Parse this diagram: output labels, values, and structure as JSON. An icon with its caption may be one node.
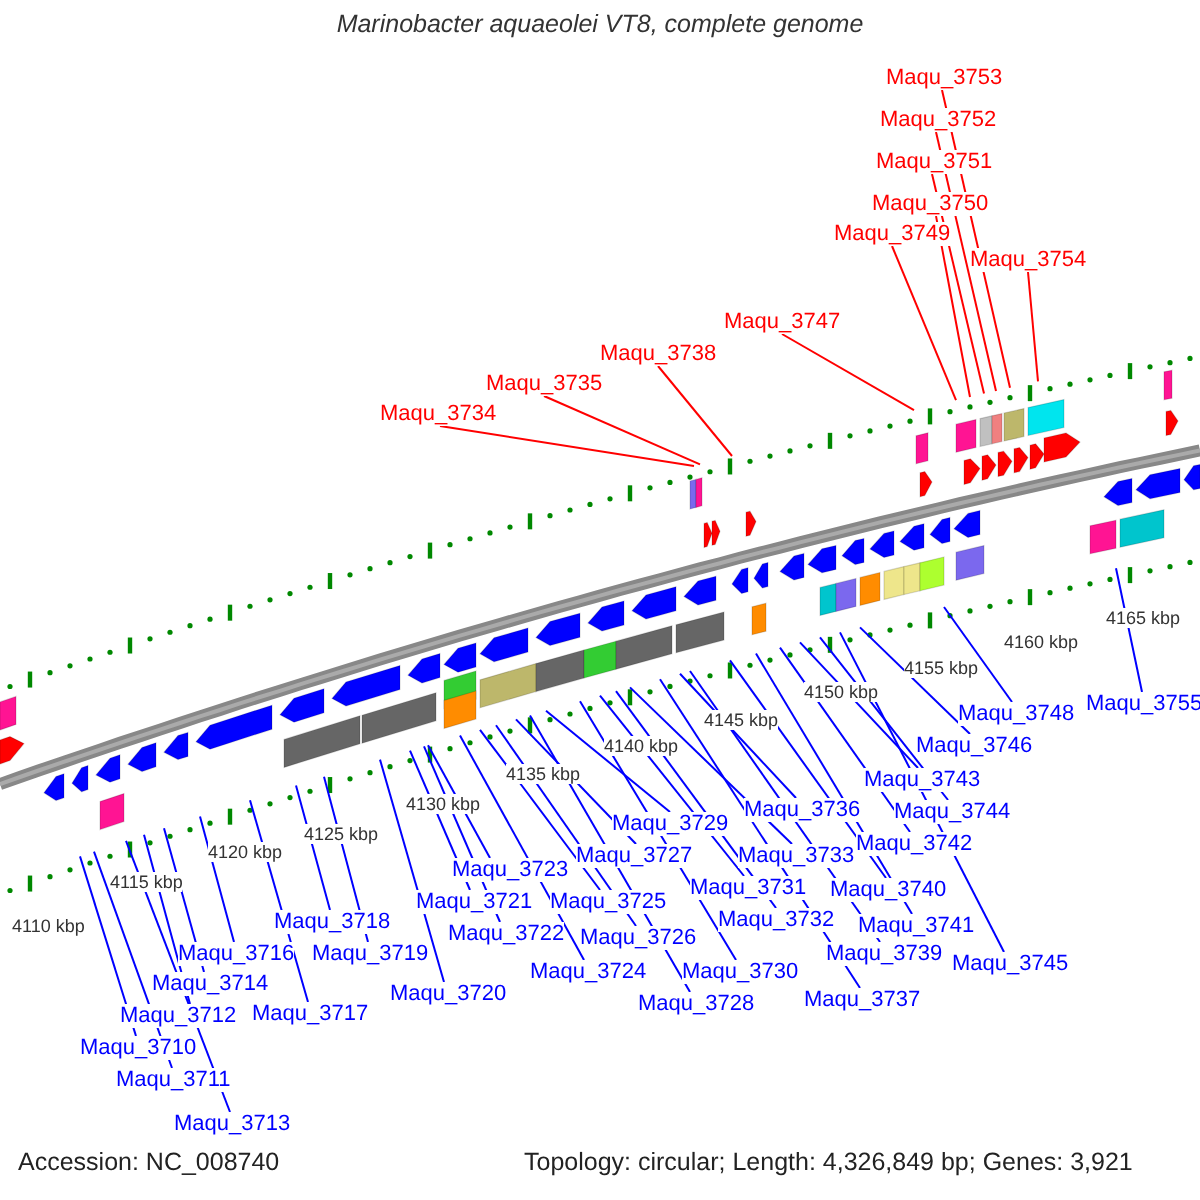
{
  "diagram": {
    "title": "Marinobacter aquaeolei VT8, complete genome",
    "nodes": [
      {
        "text": [
          "Maqu_3753"
        ]
      },
      {
        "text": [
          "Maqu_3752"
        ]
      },
      {
        "text": [
          "Maqu_3751"
        ]
      },
      {
        "text": [
          "Maqu_3750"
        ]
      },
      {
        "text": [
          "Maqu_3749"
        ]
      },
      {
        "text": [
          "Maqu_3754"
        ]
      },
      {
        "text": [
          "Maqu_3747"
        ]
      },
      {
        "text": [
          "Maqu_3738"
        ]
      },
      {
        "text": [
          "Maqu_3735"
        ]
      },
      {
        "text": [
          "Maqu_3734"
        ]
      },
      {
        "text": [
          "Maqu_3710"
        ]
      },
      {
        "text": [
          "Maqu_3711"
        ]
      },
      {
        "text": [
          "Maqu_3712"
        ]
      },
      {
        "text": [
          "Maqu_3713"
        ]
      },
      {
        "text": [
          "Maqu_3714"
        ]
      },
      {
        "text": [
          "Maqu_3716"
        ]
      },
      {
        "text": [
          "Maqu_3717"
        ]
      },
      {
        "text": [
          "Maqu_3718"
        ]
      },
      {
        "text": [
          "Maqu_3719"
        ]
      },
      {
        "text": [
          "Maqu_3720"
        ]
      },
      {
        "text": [
          "Maqu_3721"
        ]
      },
      {
        "text": [
          "Maqu_3722"
        ]
      },
      {
        "text": [
          "Maqu_3723"
        ]
      },
      {
        "text": [
          "Maqu_3724"
        ]
      },
      {
        "text": [
          "Maqu_3725"
        ]
      },
      {
        "text": [
          "Maqu_3726"
        ]
      },
      {
        "text": [
          "Maqu_3727"
        ]
      },
      {
        "text": [
          "Maqu_3728"
        ]
      },
      {
        "text": [
          "Maqu_3729"
        ]
      },
      {
        "text": [
          "Maqu_3730"
        ]
      },
      {
        "text": [
          "Maqu_3731"
        ]
      },
      {
        "text": [
          "Maqu_3732"
        ]
      },
      {
        "text": [
          "Maqu_3733"
        ]
      },
      {
        "text": [
          "Maqu_3736"
        ]
      },
      {
        "text": [
          "Maqu_3737"
        ]
      },
      {
        "text": [
          "Maqu_3739"
        ]
      },
      {
        "text": [
          "Maqu_3740"
        ]
      },
      {
        "text": [
          "Maqu_3741"
        ]
      },
      {
        "text": [
          "Maqu_3742"
        ]
      },
      {
        "text": [
          "Maqu_3743"
        ]
      },
      {
        "text": [
          "Maqu_3744"
        ]
      },
      {
        "text": [
          "Maqu_3745"
        ]
      },
      {
        "text": [
          "Maqu_3746"
        ]
      },
      {
        "text": [
          "Maqu_3748"
        ]
      },
      {
        "text": [
          "Maqu_3755"
        ]
      }
    ],
    "edges": [
      {
        "from": 0,
        "to": null,
        "arrow": "none",
        "color": "#ff0000"
      },
      {
        "from": 1,
        "to": null,
        "arrow": "none",
        "color": "#ff0000"
      },
      {
        "from": 2,
        "to": null,
        "arrow": "none",
        "color": "#ff0000"
      },
      {
        "from": 3,
        "to": null,
        "arrow": "none",
        "color": "#ff0000"
      },
      {
        "from": 4,
        "to": null,
        "arrow": "none",
        "color": "#ff0000"
      },
      {
        "from": 5,
        "to": null,
        "arrow": "none",
        "color": "#ff0000"
      },
      {
        "from": 6,
        "to": null,
        "arrow": "none",
        "color": "#ff0000"
      },
      {
        "from": 7,
        "to": null,
        "arrow": "none",
        "color": "#ff0000"
      },
      {
        "from": 8,
        "to": null,
        "arrow": "none",
        "color": "#ff0000"
      },
      {
        "from": 9,
        "to": null,
        "arrow": "none",
        "color": "#ff0000"
      },
      {
        "from": 10,
        "to": null,
        "arrow": "none"
      },
      {
        "from": 11,
        "to": null,
        "arrow": "none"
      },
      {
        "from": 12,
        "to": null,
        "arrow": "none"
      },
      {
        "from": 13,
        "to": null,
        "arrow": "none"
      },
      {
        "from": 14,
        "to": null,
        "arrow": "none"
      },
      {
        "from": 15,
        "to": null,
        "arrow": "none"
      },
      {
        "from": 16,
        "to": null,
        "arrow": "none"
      },
      {
        "from": 17,
        "to": null,
        "arrow": "none"
      },
      {
        "from": 18,
        "to": null,
        "arrow": "none"
      },
      {
        "from": 19,
        "to": null,
        "arrow": "none"
      },
      {
        "from": 20,
        "to": null,
        "arrow": "none"
      },
      {
        "from": 21,
        "to": null,
        "arrow": "none"
      },
      {
        "from": 22,
        "to": null,
        "arrow": "none"
      },
      {
        "from": 23,
        "to": null,
        "arrow": "none"
      },
      {
        "from": 24,
        "to": null,
        "arrow": "none"
      },
      {
        "from": 25,
        "to": null,
        "arrow": "none"
      },
      {
        "from": 26,
        "to": null,
        "arrow": "none"
      },
      {
        "from": 27,
        "to": null,
        "arrow": "none"
      },
      {
        "from": 28,
        "to": null,
        "arrow": "none"
      },
      {
        "from": 29,
        "to": null,
        "arrow": "none"
      },
      {
        "from": 30,
        "to": null,
        "arrow": "none"
      },
      {
        "from": 31,
        "to": null,
        "arrow": "none"
      },
      {
        "from": 32,
        "to": null,
        "arrow": "none"
      },
      {
        "from": 33,
        "to": null,
        "arrow": "none"
      },
      {
        "from": 34,
        "to": null,
        "arrow": "none"
      },
      {
        "from": 35,
        "to": null,
        "arrow": "none"
      },
      {
        "from": 36,
        "to": null,
        "arrow": "none"
      },
      {
        "from": 37,
        "to": null,
        "arrow": "none"
      },
      {
        "from": 38,
        "to": null,
        "arrow": "none"
      },
      {
        "from": 39,
        "to": null,
        "arrow": "none"
      },
      {
        "from": 40,
        "to": null,
        "arrow": "none"
      },
      {
        "from": 41,
        "to": null,
        "arrow": "none"
      },
      {
        "from": 42,
        "to": null,
        "arrow": "none"
      },
      {
        "from": 43,
        "to": null,
        "arrow": "none"
      },
      {
        "from": 44,
        "to": null,
        "arrow": "none"
      }
    ],
    "labels": [
      "4110 kbp",
      "4115 kbp",
      "4120 kbp",
      "4125 kbp",
      "4130 kbp",
      "4135 kbp",
      "4140 kbp",
      "4145 kbp",
      "4150 kbp",
      "4155 kbp",
      "4160 kbp",
      "4165 kbp",
      "Accession: NC_008740",
      "Topology: circular; Length: 4,326,849 bp; Genes: 3,921"
    ]
  }
}
